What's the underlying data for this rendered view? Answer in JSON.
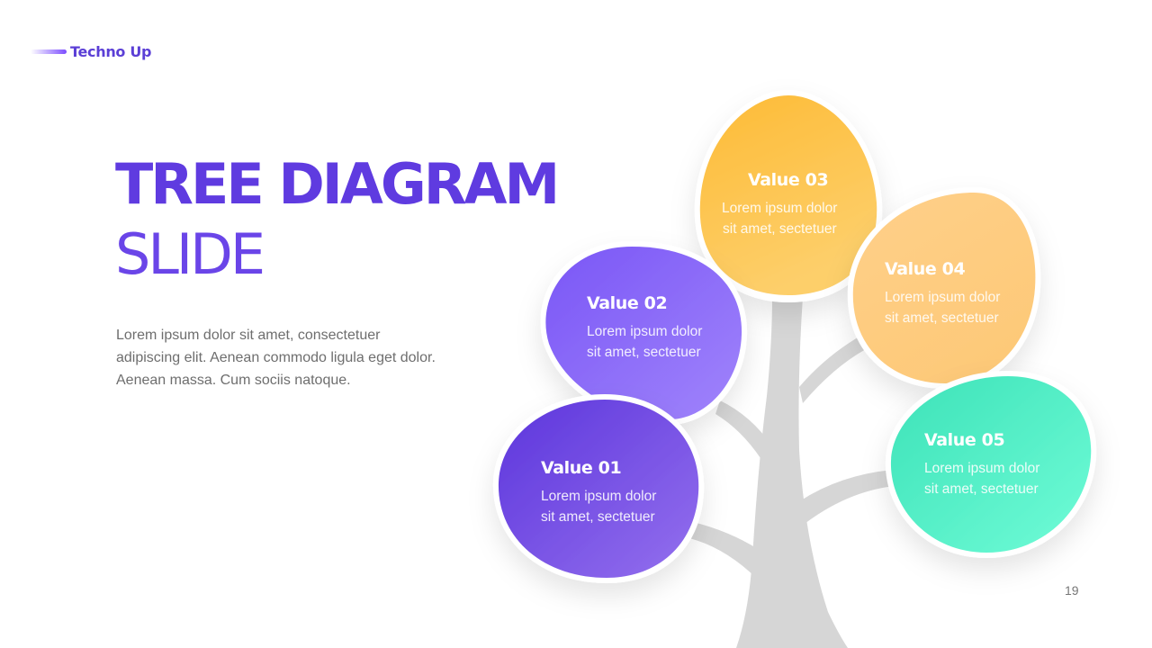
{
  "brand": {
    "name": "Techno Up"
  },
  "title": {
    "line1": "TREE DIAGRAM",
    "line2": "SLIDE"
  },
  "description": {
    "line1": "Lorem ipsum dolor sit amet, consectetuer",
    "line2": "adipiscing elit. Aenean commodo ligula eget dolor.",
    "line3": "Aenean massa. Cum sociis natoque."
  },
  "leaves": [
    {
      "title": "Value 01",
      "line1": "Lorem ipsum dolor",
      "line2": "sit amet, sectetuer",
      "color": "#6a3fe0"
    },
    {
      "title": "Value 02",
      "line1": "Lorem ipsum dolor",
      "line2": "sit amet, sectetuer",
      "color": "#8a66f8"
    },
    {
      "title": "Value 03",
      "line1": "Lorem ipsum dolor",
      "line2": "sit amet, sectetuer",
      "color": "#fbbf3a"
    },
    {
      "title": "Value 04",
      "line1": "Lorem ipsum dolor",
      "line2": "sit amet, sectetuer",
      "color": "#fdcb7a"
    },
    {
      "title": "Value 05",
      "line1": "Lorem ipsum dolor",
      "line2": "sit amet, sectetuer",
      "color": "#4fe8c2"
    }
  ],
  "page_number": "19",
  "colors": {
    "accent": "#5f3be0",
    "trunk": "#d6d6d6",
    "text": "#6e6e6e"
  }
}
